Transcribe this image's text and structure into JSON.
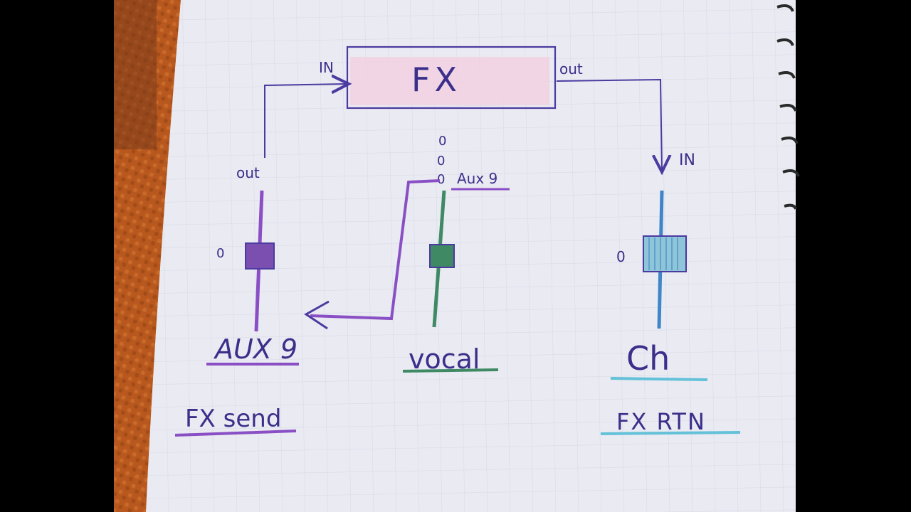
{
  "diagram": {
    "fx_box_label": "FX",
    "fx_in_label": "IN",
    "fx_out_label": "out",
    "send_out_label": "out",
    "return_in_label": "IN",
    "send_knob_label": "0",
    "return_knob_label": "0",
    "vocal_knob_labels": [
      "0",
      "0",
      "0"
    ],
    "vocal_aux_label": "Aux 9",
    "send_channel_label": "AUX 9",
    "vocal_channel_label": "vocal",
    "return_channel_label": "Ch",
    "send_caption": "FX send",
    "return_caption": "FX RTN"
  },
  "colors": {
    "ink_purple": "#4b3aa0",
    "marker_purple": "#8a4fc4",
    "marker_green": "#3f8a64",
    "marker_blue": "#3f86c8",
    "marker_cyan": "#63c1d8",
    "box_fill_pink": "#f3cfe0",
    "paper": "#e9eaf2",
    "grid": "#d6d9e6",
    "table_orange": "#b8581e"
  }
}
